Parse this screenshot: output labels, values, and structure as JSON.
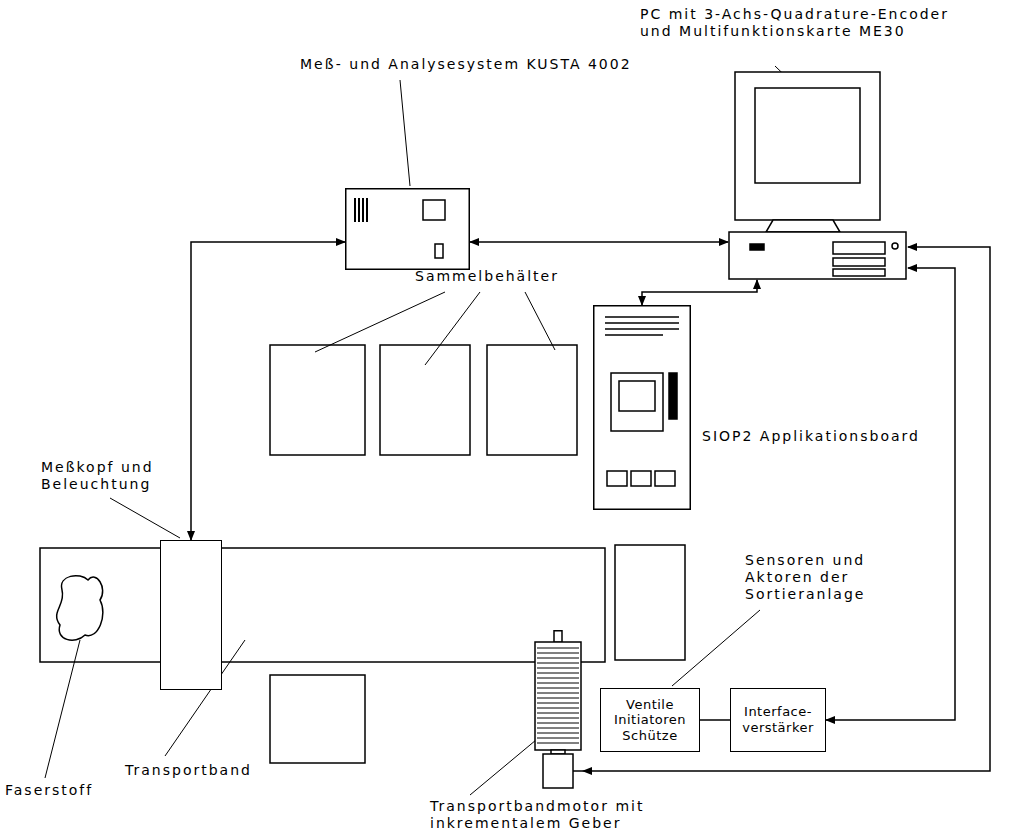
{
  "diagram": {
    "nodes": [
      {
        "text": [
          "Meß- und Analysesystem KUSTA 4002"
        ]
      },
      {
        "text": [
          "PC mit 3-Achs-Quadrature-Encoder und Multifunktionskarte ME30"
        ]
      },
      {
        "text": [
          "SIOP2 Applikationsboard"
        ]
      },
      {
        "text": [
          "Meßkopf und Beleuchtung"
        ]
      },
      {
        "text": [
          "Ventile Initiatoren Schütze"
        ]
      },
      {
        "text": [
          "Interface- verstärker"
        ]
      },
      {
        "text": [
          "Transportbandmotor mit inkrementalem Geber"
        ]
      }
    ],
    "edges": [
      {
        "from": 0,
        "to": 3,
        "arrow": "both"
      },
      {
        "from": 1,
        "to": 0,
        "arrow": "both"
      },
      {
        "from": 1,
        "to": 2,
        "arrow": "both"
      },
      {
        "from": 1,
        "to": 5,
        "arrow": "both"
      },
      {
        "from": 1,
        "to": 6,
        "arrow": "both"
      },
      {
        "from": 4,
        "to": 5,
        "arrow": "none"
      }
    ],
    "labels": [
      "Sammelbehälter",
      "Faserstoff",
      "Transportband",
      "Sensoren und Aktoren der Sortieranlage"
    ]
  }
}
